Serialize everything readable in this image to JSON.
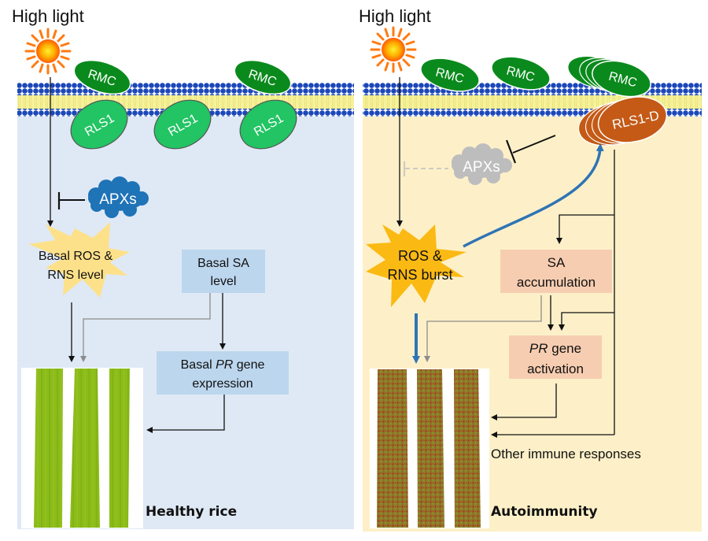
{
  "colors": {
    "left_panel_bg": "#dfe9f5",
    "right_panel_bg": "#fdf0c8",
    "membrane_head": "#1b47b8",
    "membrane_tail": "#f6f29a",
    "rmc": "#0a8a1c",
    "rls1": "#22c463",
    "rls1d": "#c45a16",
    "apx_active": "#1f73b7",
    "apx_inactive": "#bdbdbd",
    "ros_basal": "#fde18a",
    "ros_burst": "#fbb913",
    "blue_box": "#bcd6ee",
    "salmon_box": "#f7cdb1",
    "blue_arrow": "#2f74b5",
    "gray_arrow": "#8c8c8c"
  },
  "left": {
    "header": "High light",
    "rmc": [
      "RMC",
      "RMC"
    ],
    "rls1": [
      "RLS1",
      "RLS1",
      "RLS1"
    ],
    "apx": "APXs",
    "ros": [
      "Basal ROS &",
      "RNS level"
    ],
    "sa": [
      "Basal SA",
      "level"
    ],
    "pr": {
      "line1_pre": "Basal ",
      "line1_italic": "PR",
      "line1_post": " gene",
      "line2": "expression"
    },
    "result": "Healthy rice"
  },
  "right": {
    "header": "High light",
    "rmc": [
      "RMC",
      "RMC",
      "RMC"
    ],
    "rls1d": "RLS1-D",
    "apx": "APXs",
    "ros": [
      "ROS &",
      "RNS burst"
    ],
    "sa": [
      "SA",
      "accumulation"
    ],
    "pr": {
      "line1_italic": "PR",
      "line1_post": " gene",
      "line2": "activation"
    },
    "other": "Other immune responses",
    "result": "Autoimmunity"
  }
}
